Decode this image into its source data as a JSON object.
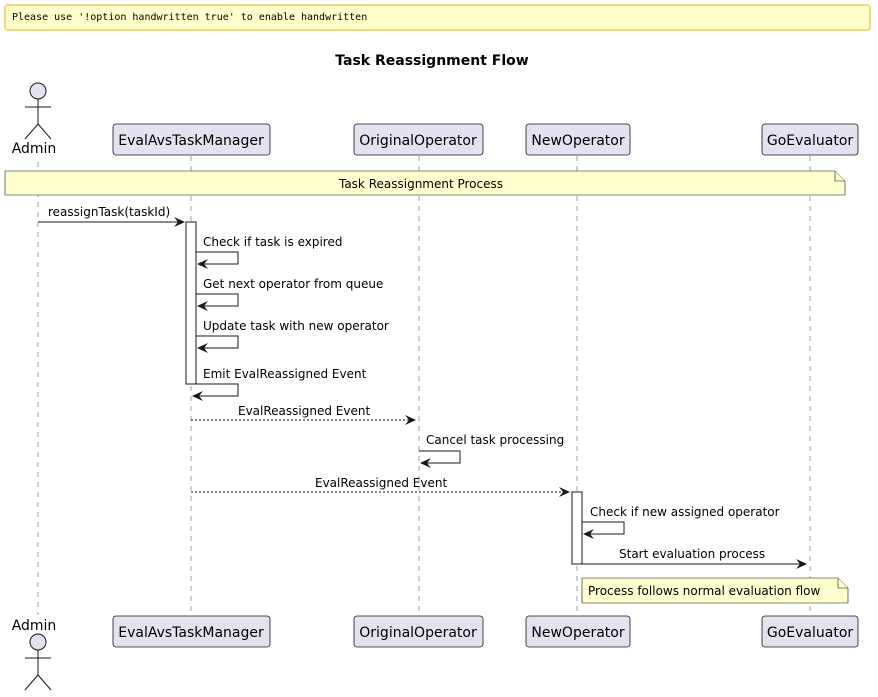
{
  "warning": "Please use '!option handwritten true' to enable handwritten",
  "title": "Task Reassignment Flow",
  "participants": [
    {
      "name": "Admin",
      "kind": "actor"
    },
    {
      "name": "EvalAvsTaskManager",
      "kind": "participant"
    },
    {
      "name": "OriginalOperator",
      "kind": "participant"
    },
    {
      "name": "NewOperator",
      "kind": "participant"
    },
    {
      "name": "GoEvaluator",
      "kind": "participant"
    }
  ],
  "notes": [
    {
      "text": "Task Reassignment Process",
      "across": "all"
    },
    {
      "text": "Process follows normal evaluation flow",
      "over": "NewOperator to GoEvaluator"
    }
  ],
  "messages": [
    {
      "from": "Admin",
      "to": "EvalAvsTaskManager",
      "label": "reassignTask(taskId)",
      "style": "solid"
    },
    {
      "from": "EvalAvsTaskManager",
      "to": "EvalAvsTaskManager",
      "label": "Check if task is expired",
      "style": "solid"
    },
    {
      "from": "EvalAvsTaskManager",
      "to": "EvalAvsTaskManager",
      "label": "Get next operator from queue",
      "style": "solid"
    },
    {
      "from": "EvalAvsTaskManager",
      "to": "EvalAvsTaskManager",
      "label": "Update task with new operator",
      "style": "solid"
    },
    {
      "from": "EvalAvsTaskManager",
      "to": "EvalAvsTaskManager",
      "label": "Emit EvalReassigned Event",
      "style": "solid"
    },
    {
      "from": "EvalAvsTaskManager",
      "to": "OriginalOperator",
      "label": "EvalReassigned Event",
      "style": "dashed"
    },
    {
      "from": "OriginalOperator",
      "to": "OriginalOperator",
      "label": "Cancel task processing",
      "style": "solid"
    },
    {
      "from": "EvalAvsTaskManager",
      "to": "NewOperator",
      "label": "EvalReassigned Event",
      "style": "dashed"
    },
    {
      "from": "NewOperator",
      "to": "NewOperator",
      "label": "Check if new assigned operator",
      "style": "solid"
    },
    {
      "from": "NewOperator",
      "to": "GoEvaluator",
      "label": "Start evaluation process",
      "style": "solid"
    }
  ]
}
